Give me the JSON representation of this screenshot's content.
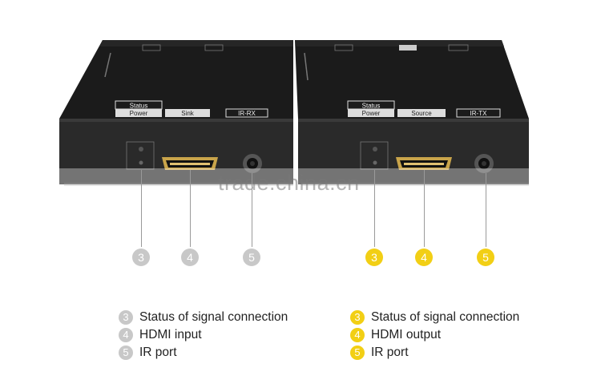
{
  "image": {
    "description_hidden": true,
    "watermark": "trade.china.cn",
    "rx_unit": {
      "labels": {
        "status": "Status",
        "power": "Power",
        "sink": "Sink",
        "ir": "IR-RX"
      },
      "markers": [
        "3",
        "4",
        "5"
      ]
    },
    "tx_unit": {
      "labels": {
        "status": "Status",
        "power": "Power",
        "source": "Source",
        "ir": "IR-TX"
      },
      "markers": [
        "3",
        "4",
        "5"
      ]
    }
  },
  "legend_left": [
    {
      "num": "3",
      "text": "Status of signal connection"
    },
    {
      "num": "4",
      "text": "HDMI input"
    },
    {
      "num": "5",
      "text": "IR port"
    }
  ],
  "legend_right": [
    {
      "num": "3",
      "text": "Status of signal connection"
    },
    {
      "num": "4",
      "text": "HDMI output"
    },
    {
      "num": "5",
      "text": "IR port"
    }
  ],
  "colors": {
    "box": "#1c1c1c",
    "marker_gray": "#c8c8c8",
    "marker_yellow": "#f2cf15"
  }
}
